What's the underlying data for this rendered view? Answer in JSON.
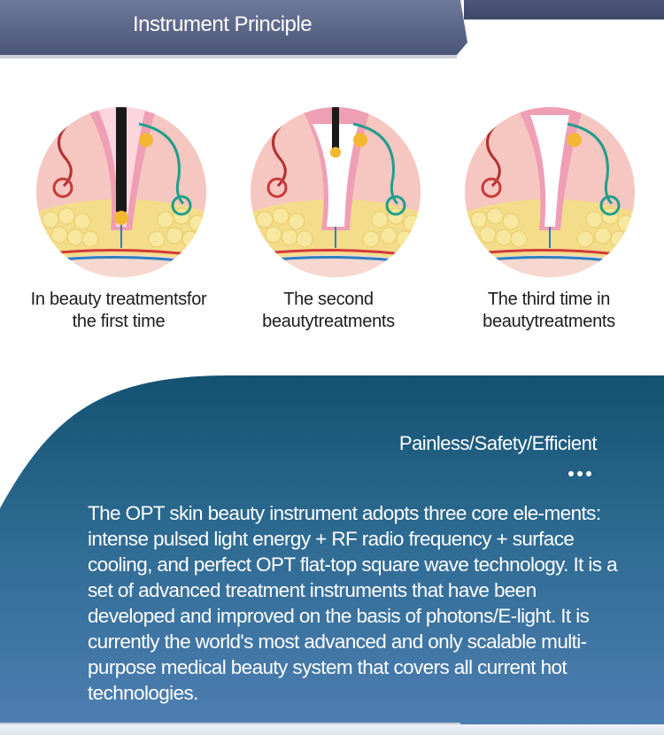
{
  "header": {
    "title": "Instrument Principle"
  },
  "stages": [
    {
      "caption_line1": "In beauty treatmentsfor",
      "caption_line2": "the first time"
    },
    {
      "caption_line1": "The second",
      "caption_line2": "beautytreatments"
    },
    {
      "caption_line1": "The third time in",
      "caption_line2": "beautytreatments"
    }
  ],
  "info": {
    "tagline": "Painless/Safety/Efficient",
    "description": "The OPT skin beauty instrument adopts three core ele-ments: intense pulsed light energy + RF radio frequency + surface cooling, and perfect OPT flat-top square wave technology. It is a set of advanced treatment instruments that have been developed and improved on the basis of photons/E-light. It is currently the world's most advanced and only scalable multi-purpose medical beauty system that covers all current hot technologies."
  },
  "colors": {
    "banner": "#5b6687",
    "panel_top": "#145272",
    "panel_bottom": "#4f7fb3",
    "skin": "#f6c6c0",
    "fat": "#f5e08a",
    "vessel_red": "#d23a3a",
    "vessel_blue": "#2c7fc4",
    "gland_green": "#1f9e8c"
  },
  "icons": {
    "stage_illustration": "hair-follicle-cross-section-icon",
    "more": "ellipsis-dots-icon"
  }
}
